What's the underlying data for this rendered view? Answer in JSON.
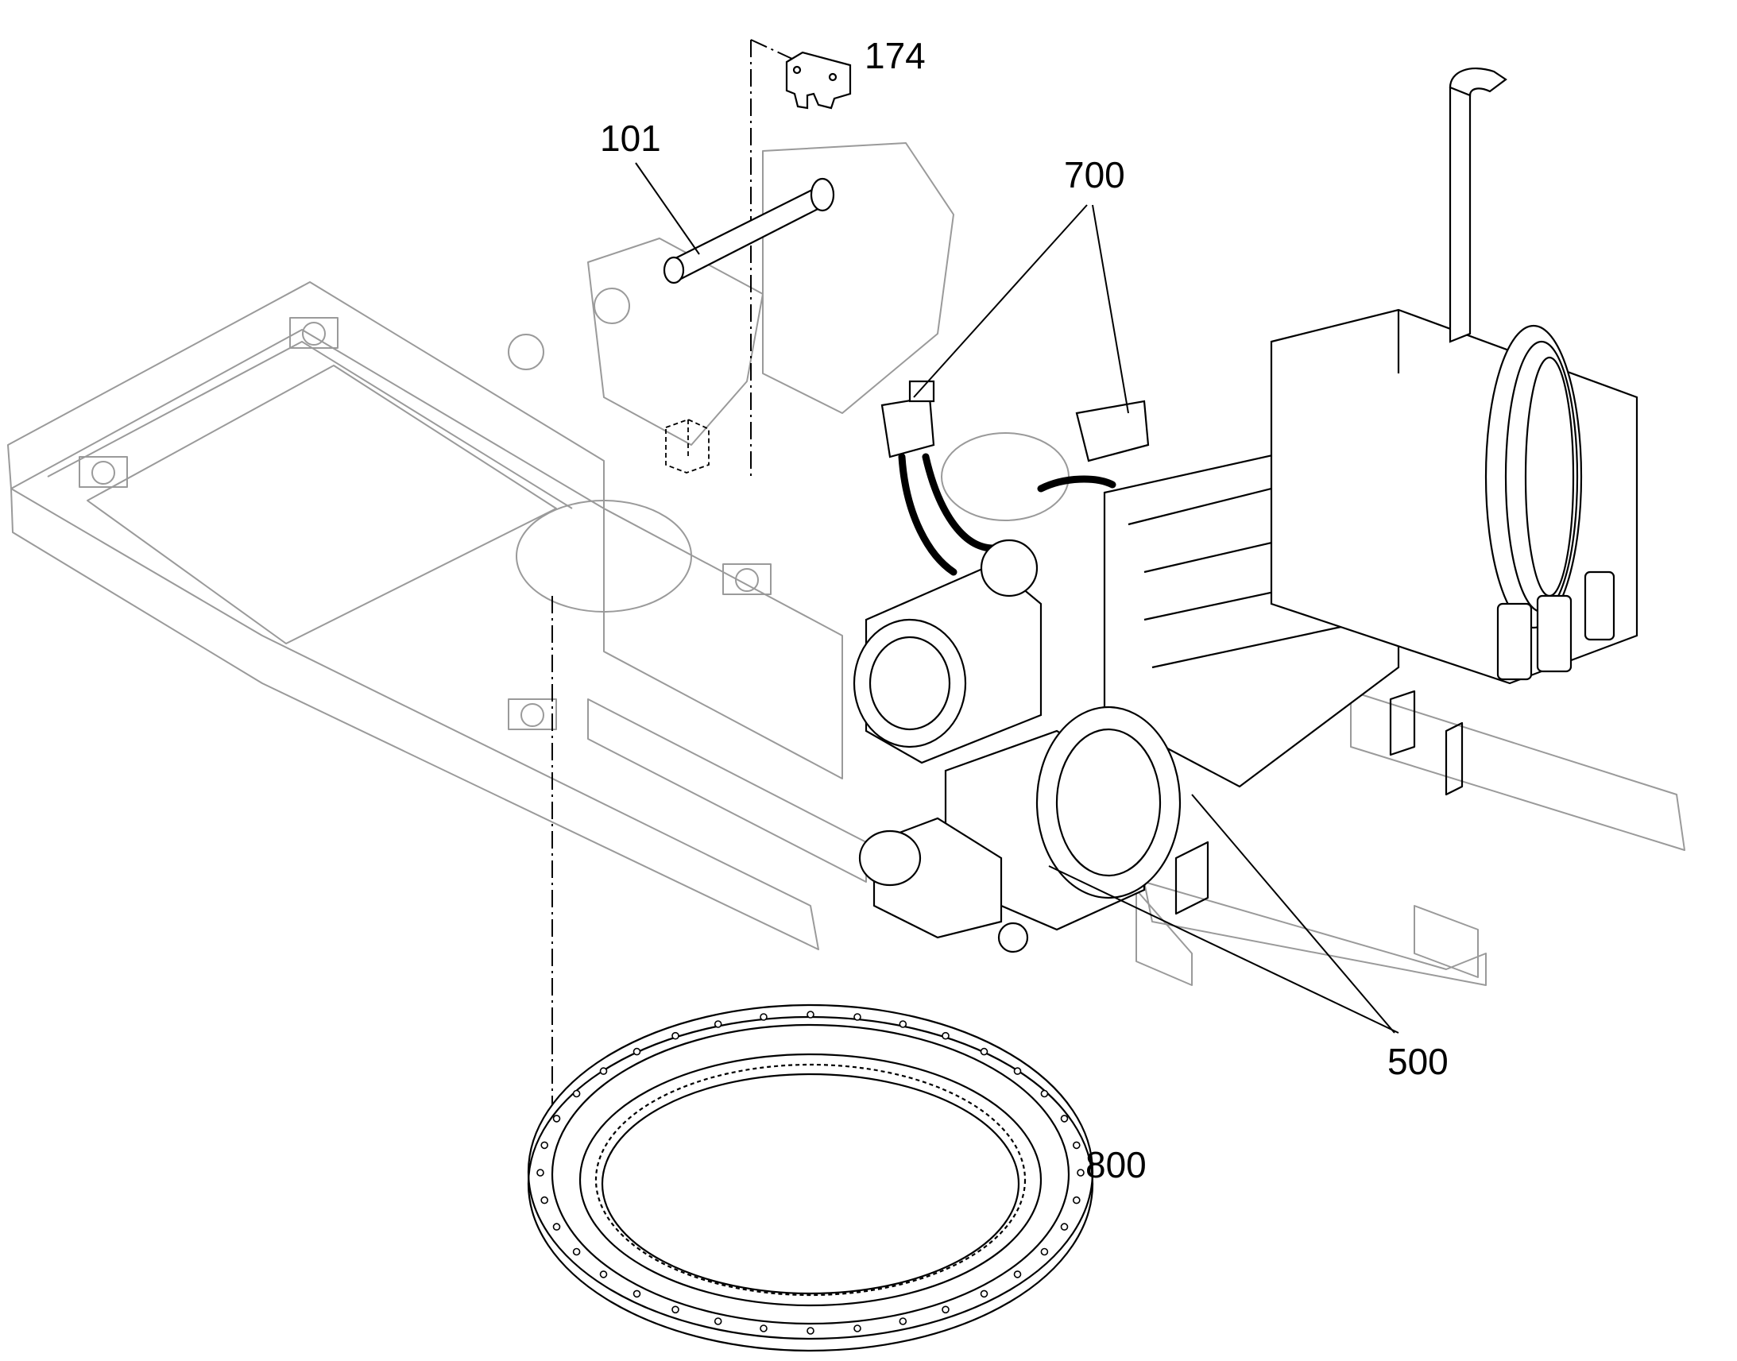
{
  "drawing": {
    "callouts": [
      {
        "id": "c174",
        "label": "174"
      },
      {
        "id": "c101",
        "label": "101"
      },
      {
        "id": "c700",
        "label": "700"
      },
      {
        "id": "c500",
        "label": "500"
      },
      {
        "id": "c800",
        "label": "800"
      }
    ]
  },
  "colors": {
    "ink": "#000000",
    "ghost_frame": "#9a9a9a",
    "background": "#ffffff"
  }
}
